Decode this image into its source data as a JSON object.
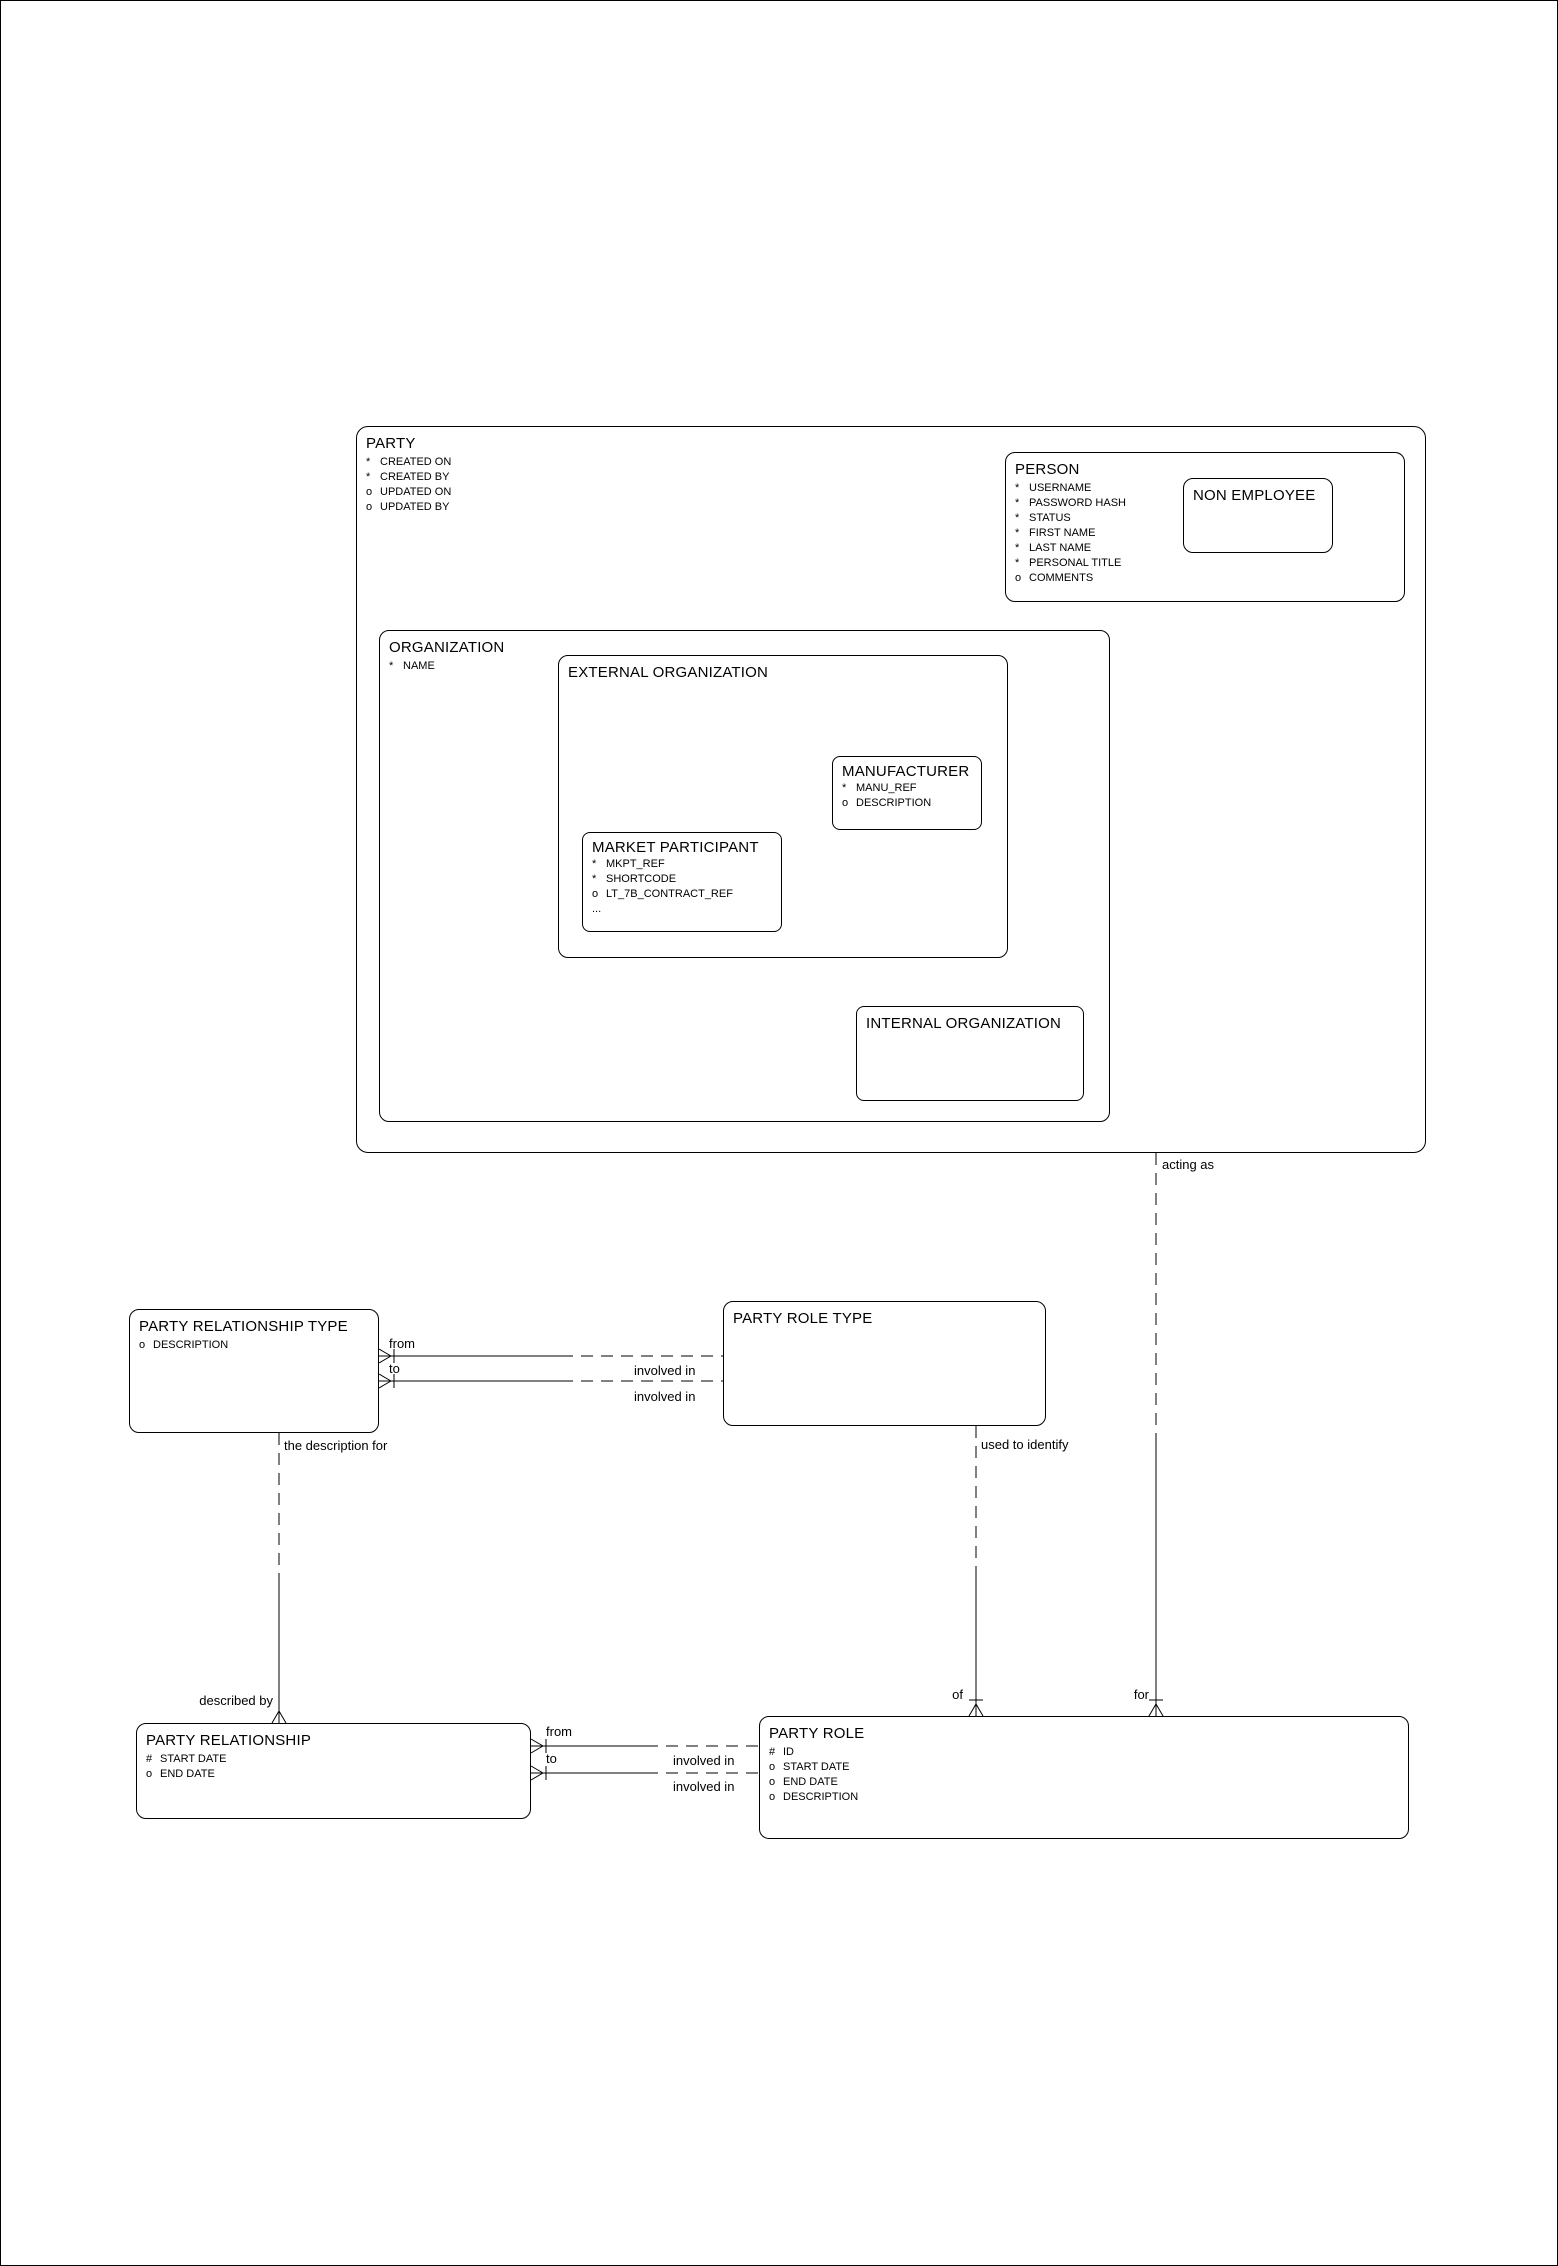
{
  "colors": {
    "line": "#000000",
    "background": "#ffffff"
  },
  "entities": {
    "party": {
      "title": "PARTY",
      "attrs": [
        {
          "m": "*",
          "n": "CREATED ON"
        },
        {
          "m": "*",
          "n": "CREATED BY"
        },
        {
          "m": "o",
          "n": "UPDATED ON"
        },
        {
          "m": "o",
          "n": "UPDATED BY"
        }
      ]
    },
    "person": {
      "title": "PERSON",
      "attrs": [
        {
          "m": "*",
          "n": "USERNAME"
        },
        {
          "m": "*",
          "n": "PASSWORD HASH"
        },
        {
          "m": "*",
          "n": "STATUS"
        },
        {
          "m": "*",
          "n": "FIRST NAME"
        },
        {
          "m": "*",
          "n": "LAST NAME"
        },
        {
          "m": "*",
          "n": "PERSONAL TITLE"
        },
        {
          "m": "o",
          "n": "COMMENTS"
        }
      ]
    },
    "non_employee": {
      "title": "NON EMPLOYEE",
      "attrs": []
    },
    "organization": {
      "title": "ORGANIZATION",
      "attrs": [
        {
          "m": "*",
          "n": "NAME"
        }
      ]
    },
    "external_organization": {
      "title": "EXTERNAL ORGANIZATION",
      "attrs": []
    },
    "manufacturer": {
      "title": "MANUFACTURER",
      "attrs": [
        {
          "m": "*",
          "n": "MANU_REF"
        },
        {
          "m": "o",
          "n": "DESCRIPTION"
        }
      ]
    },
    "market_participant": {
      "title": "MARKET PARTICIPANT",
      "attrs": [
        {
          "m": "*",
          "n": "MKPT_REF"
        },
        {
          "m": "*",
          "n": "SHORTCODE"
        },
        {
          "m": "o",
          "n": "LT_7B_CONTRACT_REF"
        },
        {
          "m": "...",
          "n": ""
        }
      ]
    },
    "internal_organization": {
      "title": "INTERNAL ORGANIZATION",
      "attrs": []
    },
    "party_relationship_type": {
      "title": "PARTY RELATIONSHIP TYPE",
      "attrs": [
        {
          "m": "o",
          "n": "DESCRIPTION"
        }
      ]
    },
    "party_role_type": {
      "title": "PARTY ROLE TYPE",
      "attrs": []
    },
    "party_relationship": {
      "title": "PARTY RELATIONSHIP",
      "attrs": [
        {
          "m": "#",
          "n": "START DATE"
        },
        {
          "m": "o",
          "n": "END DATE"
        }
      ]
    },
    "party_role": {
      "title": "PARTY ROLE",
      "attrs": [
        {
          "m": "#",
          "n": "ID"
        },
        {
          "m": "o",
          "n": "START DATE"
        },
        {
          "m": "o",
          "n": "END DATE"
        },
        {
          "m": "o",
          "n": "DESCRIPTION"
        }
      ]
    }
  },
  "relationships": {
    "acting_as": "acting as",
    "for_label": "for",
    "used_to_identify": "used to identify",
    "of_label": "of",
    "the_description_for": "the description for",
    "described_by": "described by",
    "prt_from": "from",
    "prt_to": "to",
    "prt_involved_in_1": "involved in",
    "prt_involved_in_2": "involved in",
    "pr_from": "from",
    "pr_to": "to",
    "pr_involved_in_1": "involved in",
    "pr_involved_in_2": "involved in"
  }
}
